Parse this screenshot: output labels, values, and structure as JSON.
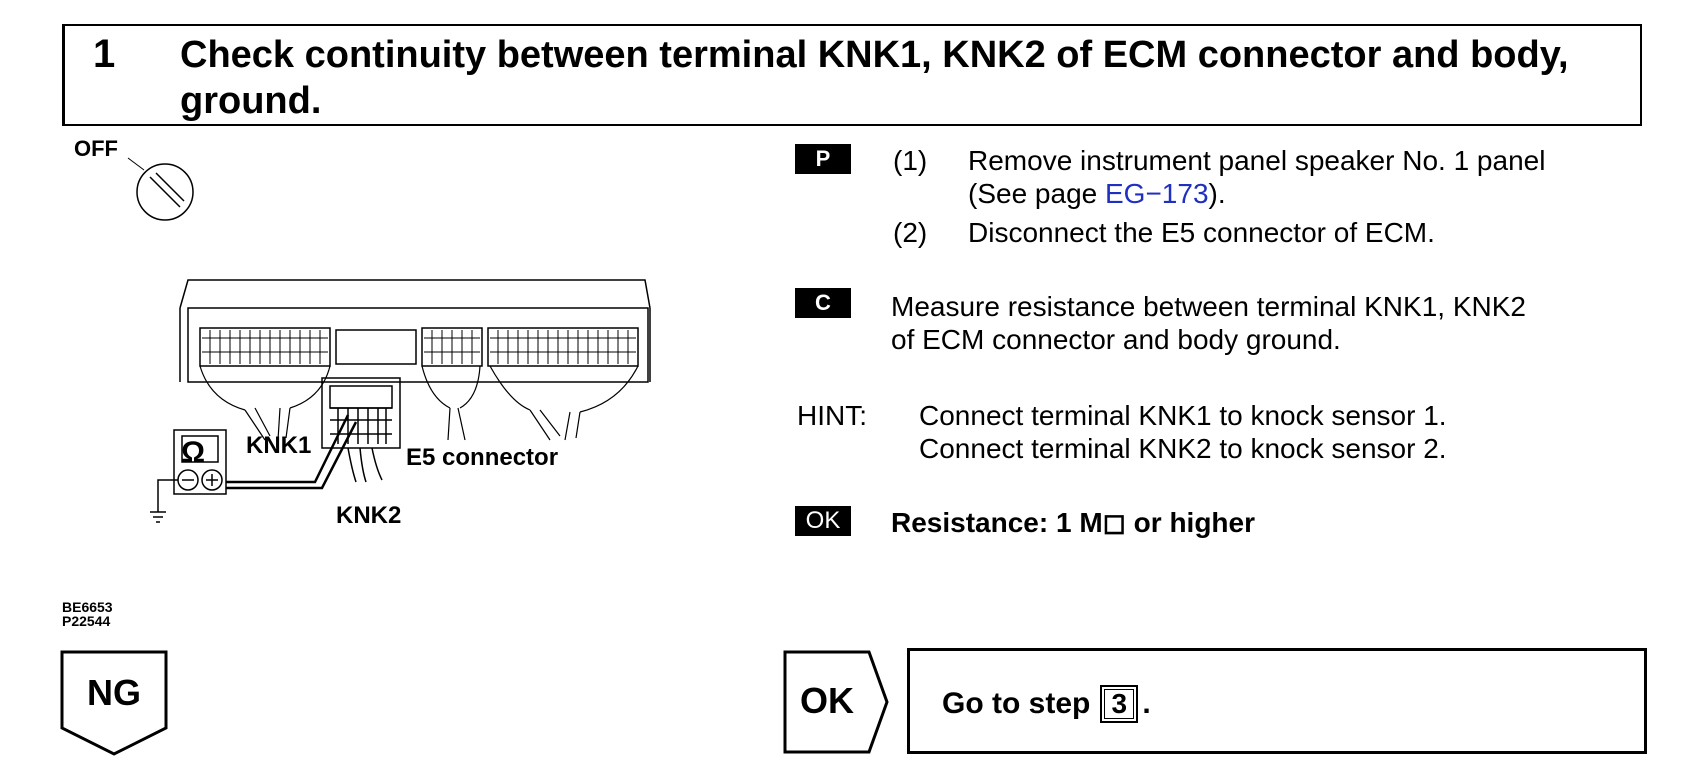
{
  "header": {
    "step_number": "1",
    "title": "Check continuity between terminal KNK1, KNK2 of ECM connector and body, ground."
  },
  "illustration": {
    "ignition_label": "OFF",
    "knk1_label": "KNK1",
    "knk2_label": "KNK2",
    "connector_label": "E5 connector",
    "ohm_symbol": "Ω",
    "figure_ids": [
      "BE6653",
      "P22544"
    ]
  },
  "procedure": {
    "p_badge": "P",
    "steps": [
      {
        "num": "(1)",
        "line1": "Remove instrument panel speaker No. 1 panel",
        "line2_pre": "(See page ",
        "line2_link": "EG−173",
        "line2_post": ")."
      },
      {
        "num": "(2)",
        "line1": "Disconnect the E5 connector of ECM."
      }
    ],
    "c_badge": "C",
    "measure_line1": "Measure resistance between terminal KNK1, KNK2",
    "measure_line2": "of ECM connector and body ground.",
    "hint_label": "HINT:",
    "hint_lines": [
      "Connect terminal KNK1 to knock sensor 1.",
      "Connect terminal KNK2 to knock sensor 2."
    ],
    "ok_badge": "OK",
    "result": "Resistance:  1 M◻ or higher"
  },
  "flow": {
    "ng_label": "NG",
    "ok_label": "OK",
    "goto_text": "Go to step",
    "goto_step": "3",
    "goto_suffix": "."
  }
}
